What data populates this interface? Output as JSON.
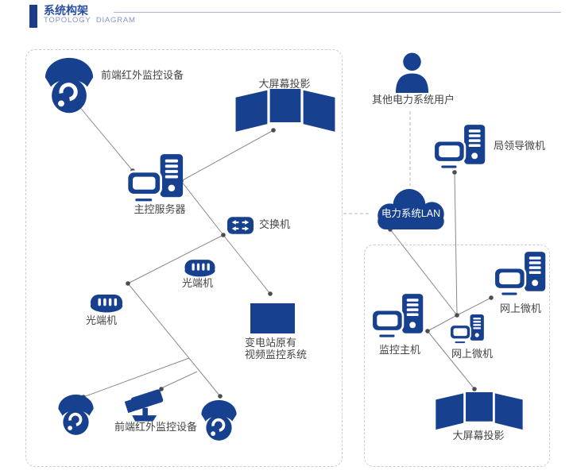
{
  "colors": {
    "primary_blue": "#17418F",
    "title_blue": "#2A4FA2",
    "subtitle_blue": "#8495C8",
    "connector_gray": "#8a8a8a",
    "dashed_border_gray": "#cccccc",
    "header_bar_blue": "#1E3C8C"
  },
  "header": {
    "title": "系统构架",
    "subtitle": "TOPOLOGY DIAGRAM"
  },
  "icons": {
    "dome_camera": "dome-camera-icon",
    "bullet_camera": "bullet-camera-icon",
    "computer_server": "computer-server-icon",
    "switch": "switch-icon",
    "optical_terminal": "optical-terminal-icon",
    "projection_screens": "projection-screens-icon",
    "cloud": "cloud-icon",
    "user": "user-icon",
    "substation_block": "substation-block"
  },
  "nodes": {
    "camera_top": {
      "label": "前端红外监控设备"
    },
    "projection_top": {
      "label": "大屏幕投影"
    },
    "main_server": {
      "label": "主控服务器"
    },
    "switch": {
      "label": "交换机"
    },
    "optical_1": {
      "label": "光端机"
    },
    "optical_2": {
      "label": "光端机"
    },
    "substation": {
      "label_line1": "变电站原有",
      "label_line2": "视频监控系统"
    },
    "cameras_bottom": {
      "label": "前端红外监控设备"
    },
    "other_users": {
      "label": "其他电力系统用户"
    },
    "leader_pc": {
      "label": "局领导微机"
    },
    "lan_cloud": {
      "label": "电力系统LAN"
    },
    "net_pc_top": {
      "label": "网上微机"
    },
    "monitor_host": {
      "label": "监控主机"
    },
    "net_pc_small": {
      "label": "网上微机"
    },
    "projection_right": {
      "label": "大屏幕投影"
    }
  }
}
